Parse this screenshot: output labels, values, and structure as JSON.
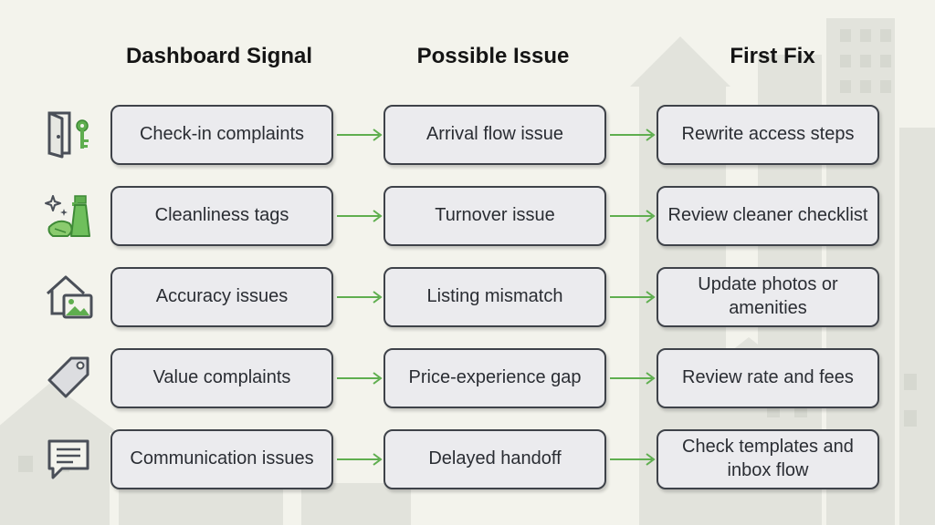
{
  "headers": {
    "signal": "Dashboard Signal",
    "issue": "Possible Issue",
    "fix": "First Fix"
  },
  "rows": [
    {
      "icon": "door-key-icon",
      "signal": "Check-in complaints",
      "issue": "Arrival flow issue",
      "fix": "Rewrite access steps"
    },
    {
      "icon": "cleaning-spray-icon",
      "signal": "Cleanliness tags",
      "issue": "Turnover issue",
      "fix": "Review cleaner checklist"
    },
    {
      "icon": "house-photo-icon",
      "signal": "Accuracy issues",
      "issue": "Listing mismatch",
      "fix": "Update photos or\namenities"
    },
    {
      "icon": "price-tag-icon",
      "signal": "Value complaints",
      "issue": "Price-experience gap",
      "fix": "Review rate and fees"
    },
    {
      "icon": "chat-bubble-icon",
      "signal": "Communication issues",
      "issue": "Delayed handoff",
      "fix": "Check templates and\ninbox flow"
    }
  ],
  "colors": {
    "background": "#f3f3ec",
    "box_fill": "#ebebee",
    "box_border": "#3e4249",
    "arrow": "#5fae4f",
    "icon_outline": "#4a4f58",
    "icon_green": "#5fae4f"
  }
}
